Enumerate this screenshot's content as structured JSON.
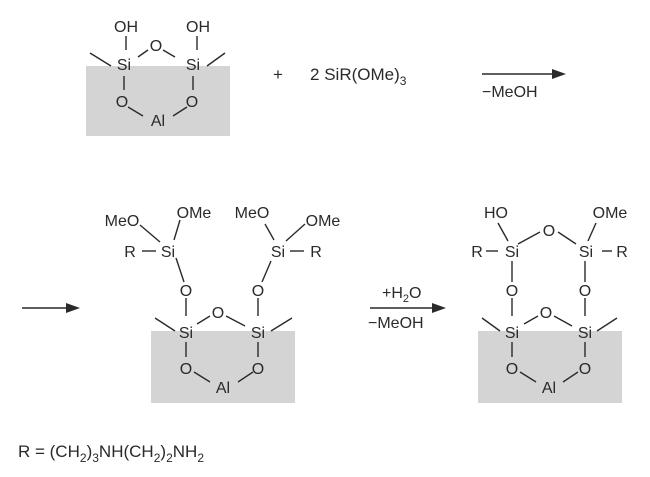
{
  "atoms": {
    "oh": "OH",
    "o": "O",
    "si": "Si",
    "al": "Al",
    "ho": "HO",
    "meo": "MeO",
    "ome": "OMe",
    "r": "R"
  },
  "reaction": {
    "plus": "+",
    "reagent_coef": "2",
    "reagent_pre": "SiR(OMe)",
    "reagent_sub": "3",
    "step1_condition": "−MeOH",
    "step2_condition_top_pre": "+H",
    "step2_condition_top_sub": "2",
    "step2_condition_top_post": "O",
    "step2_condition_bottom": "−MeOH"
  },
  "legend": {
    "r_eq": "R = (CH",
    "sub1": "2",
    "mid1": ")",
    "sub2": "3",
    "mid2": "NH(CH",
    "sub3": "2",
    "mid3": ")",
    "sub4": "2",
    "mid4": "NH",
    "sub5": "2"
  }
}
